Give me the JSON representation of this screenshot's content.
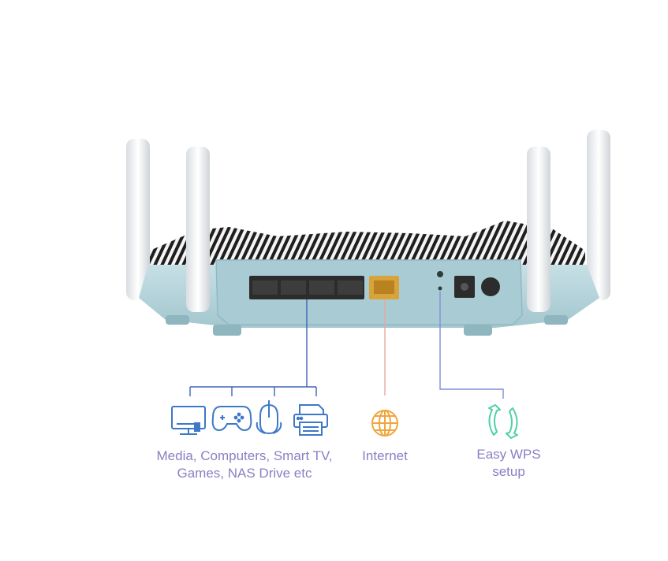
{
  "labels": {
    "lan": {
      "line1": "Media, Computers, Smart TV,",
      "line2": "Games, NAS Drive etc"
    },
    "internet": "Internet",
    "wps": {
      "line1": "Easy WPS",
      "line2": "setup"
    }
  },
  "icons": [
    "monitor-icon",
    "gamepad-icon",
    "mouse-icon",
    "printer-icon",
    "globe-icon",
    "wps-sync-icon"
  ],
  "colors": {
    "router_body": "#b9d7dd",
    "router_panel": "#a9ccd4",
    "antenna": "#eef0f2",
    "lan_ports": "#2c2c2c",
    "wan_port": "#d8a33a",
    "lan_line": "#3f63b8",
    "internet_line": "#e8a7a0",
    "wps_line": "#7e8fd8",
    "label_text": "#8b7fc4",
    "icon_blue": "#3d78c9",
    "globe_orange": "#f0a63c",
    "wps_green": "#4fd0a9"
  }
}
